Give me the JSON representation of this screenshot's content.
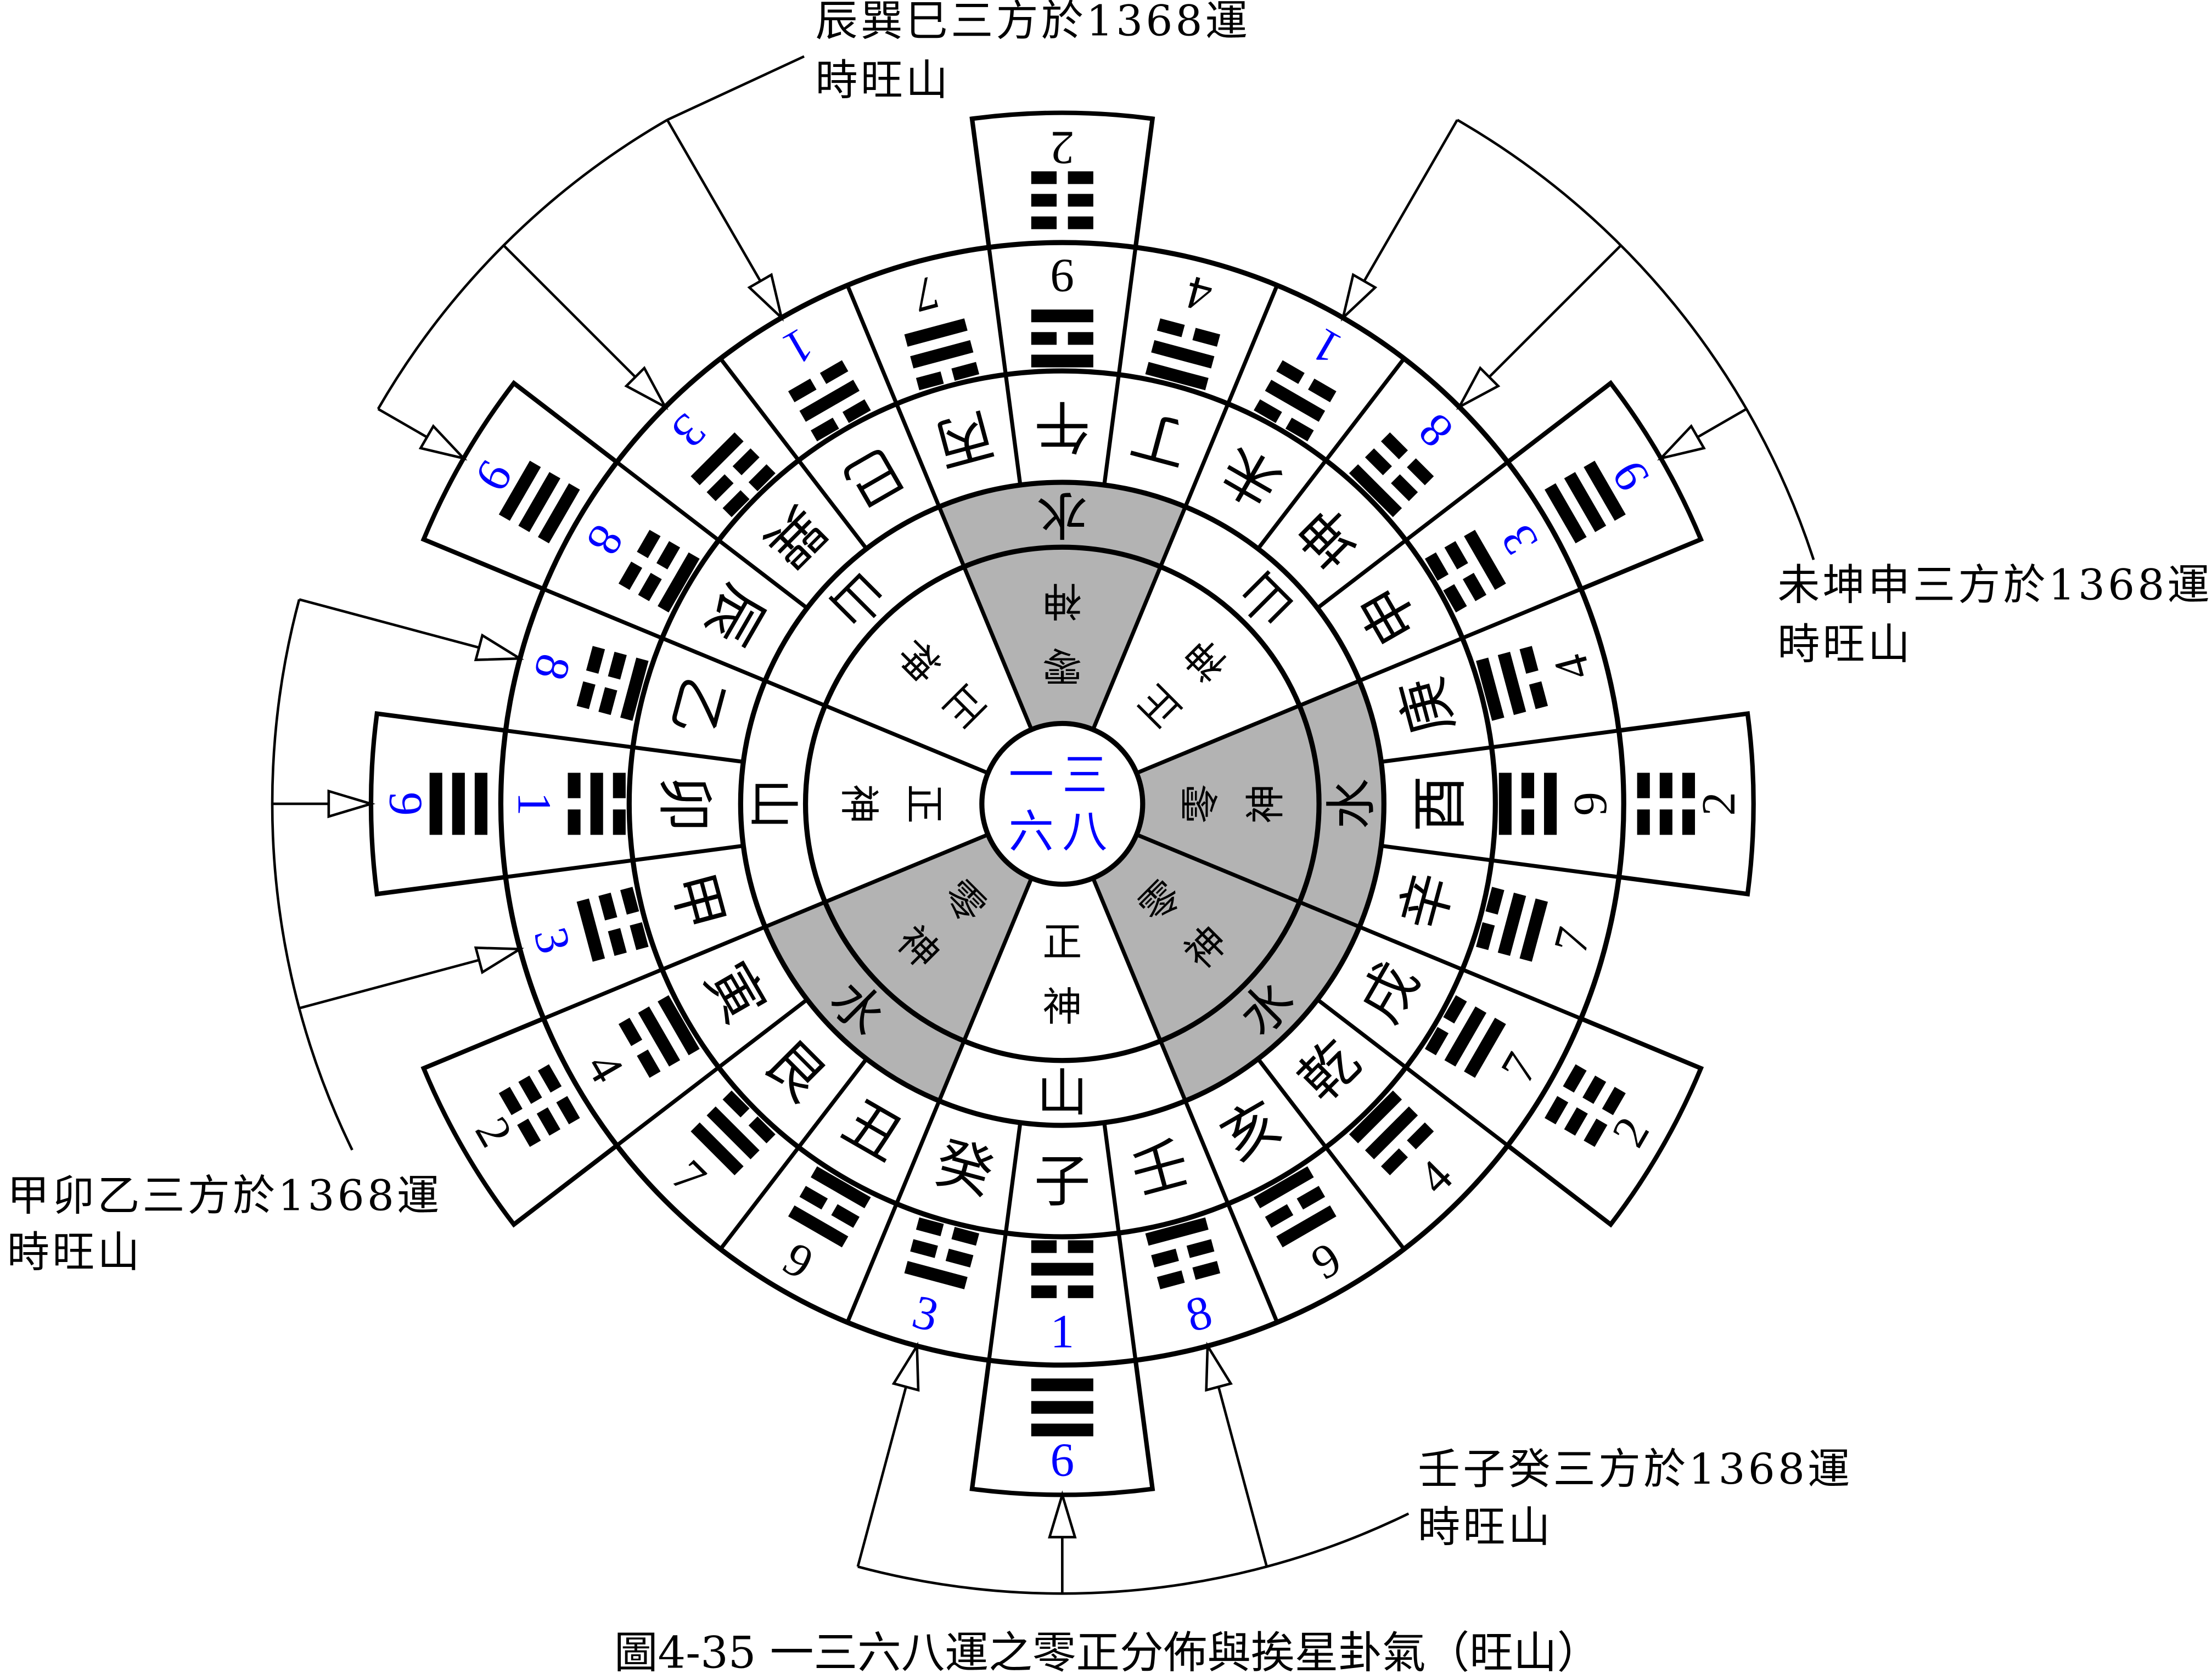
{
  "caption": "圖4-35 一三六八運之零正分佈與挨星卦氣（旺山）",
  "colors": {
    "blue": "#0000ff",
    "grey": "#b3b3b3",
    "line": "#000000"
  },
  "center": {
    "line1": "一三",
    "line2": "六八"
  },
  "sectors": [
    {
      "direction_deg": 0,
      "ring": "水",
      "inner": [
        "零",
        "神"
      ],
      "zero": true
    },
    {
      "direction_deg": 45,
      "ring": "山",
      "inner": [
        "正",
        "神"
      ],
      "zero": false
    },
    {
      "direction_deg": 90,
      "ring": "水",
      "inner": [
        "零",
        "神"
      ],
      "zero": true
    },
    {
      "direction_deg": 135,
      "ring": "水",
      "inner": [
        "零",
        "神"
      ],
      "zero": true
    },
    {
      "direction_deg": 180,
      "ring": "山",
      "inner": [
        "正",
        "神"
      ],
      "zero": false
    },
    {
      "direction_deg": 225,
      "ring": "水",
      "inner": [
        "零",
        "神"
      ],
      "zero": true
    },
    {
      "direction_deg": 270,
      "ring": "山",
      "inner": [
        "正",
        "神"
      ],
      "zero": false
    },
    {
      "direction_deg": 315,
      "ring": "山",
      "inner": [
        "正",
        "神"
      ],
      "zero": false
    }
  ],
  "mountains": [
    {
      "name": "午",
      "num": "9",
      "blue": false,
      "gua": "101"
    },
    {
      "name": "丁",
      "num": "4",
      "blue": false,
      "gua": "011"
    },
    {
      "name": "未",
      "num": "1",
      "blue": true,
      "gua": "010"
    },
    {
      "name": "坤",
      "num": "8",
      "blue": true,
      "gua": "001"
    },
    {
      "name": "申",
      "num": "3",
      "blue": true,
      "gua": "100"
    },
    {
      "name": "庚",
      "num": "4",
      "blue": false,
      "gua": "011"
    },
    {
      "name": "酉",
      "num": "9",
      "blue": false,
      "gua": "101"
    },
    {
      "name": "辛",
      "num": "7",
      "blue": false,
      "gua": "110"
    },
    {
      "name": "戌",
      "num": "7",
      "blue": false,
      "gua": "110"
    },
    {
      "name": "乾",
      "num": "4",
      "blue": false,
      "gua": "011"
    },
    {
      "name": "亥",
      "num": "9",
      "blue": false,
      "gua": "101"
    },
    {
      "name": "壬",
      "num": "8",
      "blue": true,
      "gua": "001"
    },
    {
      "name": "子",
      "num": "1",
      "blue": true,
      "gua": "010"
    },
    {
      "name": "癸",
      "num": "3",
      "blue": true,
      "gua": "100"
    },
    {
      "name": "丑",
      "num": "9",
      "blue": false,
      "gua": "101"
    },
    {
      "name": "艮",
      "num": "7",
      "blue": false,
      "gua": "110"
    },
    {
      "name": "寅",
      "num": "4",
      "blue": false,
      "gua": "011"
    },
    {
      "name": "甲",
      "num": "3",
      "blue": true,
      "gua": "100"
    },
    {
      "name": "卯",
      "num": "1",
      "blue": true,
      "gua": "010"
    },
    {
      "name": "乙",
      "num": "8",
      "blue": true,
      "gua": "001"
    },
    {
      "name": "辰",
      "num": "8",
      "blue": true,
      "gua": "001"
    },
    {
      "name": "巽",
      "num": "3",
      "blue": true,
      "gua": "100"
    },
    {
      "name": "巳",
      "num": "1",
      "blue": true,
      "gua": "010"
    },
    {
      "name": "丙",
      "num": "7",
      "blue": false,
      "gua": "110"
    }
  ],
  "outer_boxes": [
    {
      "mountain": "午",
      "num": "2",
      "blue": false,
      "gua": "000"
    },
    {
      "mountain": "申",
      "num": "9",
      "blue": true,
      "gua": "111"
    },
    {
      "mountain": "酉",
      "num": "2",
      "blue": false,
      "gua": "000"
    },
    {
      "mountain": "戌",
      "num": "2",
      "blue": false,
      "gua": "000"
    },
    {
      "mountain": "子",
      "num": "6",
      "blue": true,
      "gua": "111"
    },
    {
      "mountain": "寅",
      "num": "2",
      "blue": false,
      "gua": "000"
    },
    {
      "mountain": "卯",
      "num": "9",
      "blue": true,
      "gua": "111"
    },
    {
      "mountain": "辰",
      "num": "9",
      "blue": true,
      "gua": "111"
    }
  ],
  "callouts": [
    {
      "line1": "辰巽巳三方於1368運",
      "line2": "時旺山",
      "targets": [
        "辰",
        "巽",
        "巳"
      ]
    },
    {
      "line1": "未坤申三方於1368運",
      "line2": "時旺山",
      "targets": [
        "未",
        "坤",
        "申"
      ]
    },
    {
      "line1": "甲卯乙三方於1368運",
      "line2": "時旺山",
      "targets": [
        "甲",
        "卯",
        "乙"
      ]
    },
    {
      "line1": "壬子癸三方於1368運",
      "line2": "時旺山",
      "targets": [
        "壬",
        "子",
        "癸"
      ]
    }
  ]
}
